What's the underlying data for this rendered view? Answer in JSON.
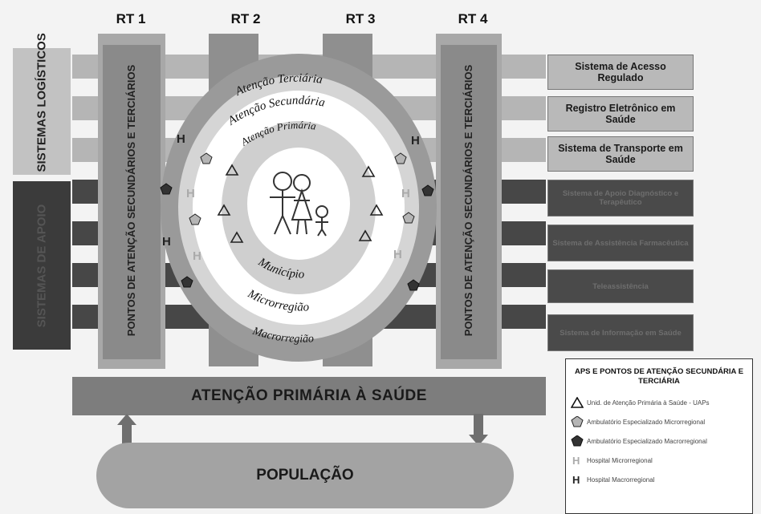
{
  "rt_labels": [
    "RT 1",
    "RT 2",
    "RT 3",
    "RT 4"
  ],
  "left_systems": {
    "logistic": "SISTEMAS LOGÍSTICOS",
    "support": "SISTEMAS DE APOIO"
  },
  "pillars": {
    "left": "PONTOS DE ATENÇÃO SECUNDÁRIOS E TERCIÁRIOS",
    "right": "PONTOS DE ATENÇÃO SECUNDÁRIOS E TERCIÁRIOS"
  },
  "circle": {
    "terciaria": "Atenção Terciária",
    "secundaria": "Atenção Secundária",
    "primaria": "Atenção Primária",
    "municipio": "Município",
    "microrregiao": "Microrregião",
    "macrorregiao": "Macrorregião"
  },
  "right_systems": [
    {
      "label": "Sistema de Acesso Regulado",
      "style": "light"
    },
    {
      "label": "Registro Eletrônico em Saúde",
      "style": "light"
    },
    {
      "label": "Sistema de Transporte em Saúde",
      "style": "light"
    },
    {
      "label": "Sistema de Apoio Diagnóstico e Terapêutico",
      "style": "dark"
    },
    {
      "label": "Sistema de Assistência Farmacêutica",
      "style": "dark"
    },
    {
      "label": "Teleassistência",
      "style": "dark"
    },
    {
      "label": "Sistema de Informação em Saúde",
      "style": "dark"
    }
  ],
  "aps_bar": "ATENÇÃO PRIMÁRIA À SAÚDE",
  "population": "POPULAÇÃO",
  "legend": {
    "title": "APS E PONTOS DE ATENÇÃO SECUNDÁRIA E TERCIÁRIA",
    "items": [
      {
        "icon": "triangle-icon",
        "label": "Unid. de Atenção Primária à Saúde - UAPs"
      },
      {
        "icon": "pentagon-light-icon",
        "label": "Ambulatório Especializado Microrregional"
      },
      {
        "icon": "pentagon-dark-icon",
        "label": "Ambulatório Especializado Macrorregional"
      },
      {
        "icon": "hospital-light-icon",
        "label": "Hospital Microrregional"
      },
      {
        "icon": "hospital-dark-icon",
        "label": "Hospital Macrorregional"
      }
    ]
  },
  "colors": {
    "dark_band": "#4a4a4a",
    "light_band": "#b9b9b9",
    "outer_ring": "#8c8c8c",
    "inner_disc": "#ffffff"
  }
}
